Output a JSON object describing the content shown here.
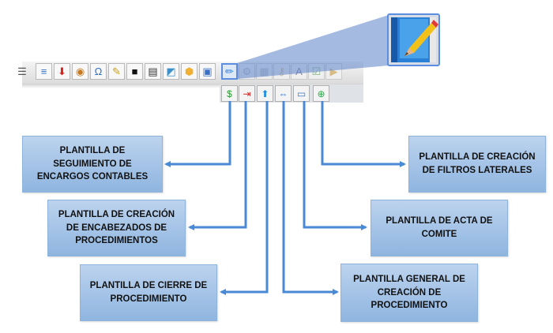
{
  "toolbar": {
    "icons": [
      {
        "name": "list-icon",
        "glyph": "☰",
        "color": "#555555"
      },
      {
        "name": "align-left-icon",
        "glyph": "≡",
        "color": "#3a6fc4"
      },
      {
        "name": "download-icon",
        "glyph": "⬇",
        "color": "#d9221c"
      },
      {
        "name": "color-wheel-icon",
        "glyph": "◉",
        "color": "#c9791c"
      },
      {
        "name": "omega-icon",
        "glyph": "Ω",
        "color": "#2b6fc6"
      },
      {
        "name": "edit-text-icon",
        "glyph": "✎",
        "color": "#c9a01c"
      },
      {
        "name": "black-block-icon",
        "glyph": "■",
        "color": "#111111"
      },
      {
        "name": "document-list-icon",
        "glyph": "▤",
        "color": "#333333"
      },
      {
        "name": "shapes-icon",
        "glyph": "◩",
        "color": "#3c92c9"
      },
      {
        "name": "package-icon",
        "glyph": "⬢",
        "color": "#f0b032"
      },
      {
        "name": "add-square-icon",
        "glyph": "▣",
        "color": "#3a6fc4"
      },
      {
        "name": "edit-template-icon",
        "glyph": "✏",
        "color": "#2f7fd8"
      },
      {
        "name": "settings-form-icon",
        "glyph": "⚙",
        "color": "#8a99ab"
      },
      {
        "name": "clapperboard-icon",
        "glyph": "▦",
        "color": "#8a99ab"
      },
      {
        "name": "key-icon",
        "glyph": "⚷",
        "color": "#b8a060"
      },
      {
        "name": "text-color-icon",
        "glyph": "A",
        "color": "#3b3b7a"
      },
      {
        "name": "checklist-icon",
        "glyph": "☑",
        "color": "#3f8f3f"
      },
      {
        "name": "media-folder-icon",
        "glyph": "▶",
        "color": "#c89a3a"
      }
    ],
    "highlighted_index": 11
  },
  "subtoolbar": {
    "icons": [
      {
        "name": "accounting-icon",
        "glyph": "$",
        "color": "#2d9a35"
      },
      {
        "name": "exit-door-icon",
        "glyph": "⇥",
        "color": "#d42a2a"
      },
      {
        "name": "upload-icon",
        "glyph": "⬆",
        "color": "#1f8fe0"
      },
      {
        "name": "document-arrow-icon",
        "glyph": "⇔",
        "color": "#2f7fd8"
      },
      {
        "name": "scroll-icon",
        "glyph": "▭",
        "color": "#3a78c8"
      },
      {
        "name": "add-circle-icon",
        "glyph": "⊕",
        "color": "#2fa84a"
      }
    ]
  },
  "zoomed_icon": {
    "name": "edit-template-icon"
  },
  "templates": [
    {
      "id": "seguimiento",
      "label": "PLANTILLA DE\nSEGUIMIENTO DE\nENCARGOS CONTABLES"
    },
    {
      "id": "encabezados",
      "label": "PLANTILLA DE CREACIÓN\nDE ENCABEZADOS DE\nPROCEDIMIENTOS"
    },
    {
      "id": "cierre",
      "label": "PLANTILLA DE CIERRE DE\nPROCEDIMIENTO"
    },
    {
      "id": "general",
      "label": "PLANTILLA GENERAL DE\nCREACIÓN DE\nPROCEDIMIENTO"
    },
    {
      "id": "acta",
      "label": "PLANTILLA DE ACTA DE\nCOMITE"
    },
    {
      "id": "filtros",
      "label": "PLANTILLA DE CREACIÓN\nDE FILTROS LATERALES"
    }
  ],
  "colors": {
    "connector": "#4a8ad4",
    "box_top": "#bcd3ee",
    "box_bottom": "#8fb5e0",
    "highlight": "#5b8ee0"
  }
}
